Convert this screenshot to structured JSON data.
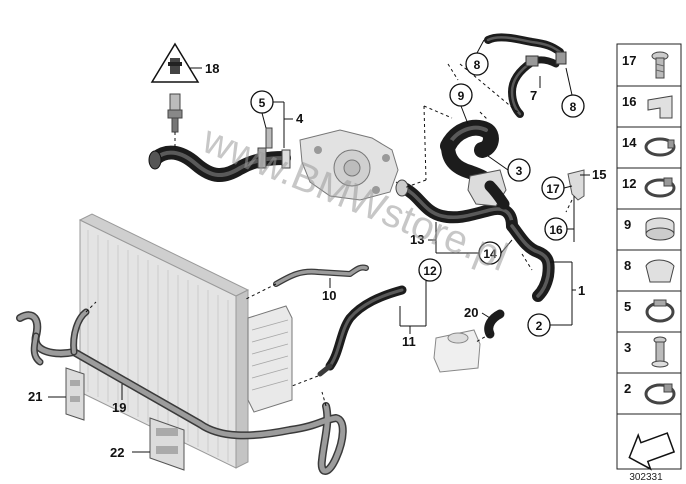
{
  "diagram": {
    "callouts": [
      "1",
      "2",
      "3",
      "4",
      "5",
      "8",
      "7",
      "8",
      "9",
      "10",
      "11",
      "12",
      "13",
      "14",
      "15",
      "16",
      "17",
      "18",
      "19",
      "20",
      "21",
      "22"
    ],
    "sidebar_items": [
      {
        "number": "17",
        "icon": "screw-icon"
      },
      {
        "number": "16",
        "icon": "clip-icon"
      },
      {
        "number": "14",
        "icon": "hose-clamp-icon"
      },
      {
        "number": "12",
        "icon": "hose-clamp-icon"
      },
      {
        "number": "9",
        "icon": "ring-icon"
      },
      {
        "number": "8",
        "icon": "clip-icon"
      },
      {
        "number": "5",
        "icon": "hose-clamp-icon"
      },
      {
        "number": "3",
        "icon": "screw-icon"
      },
      {
        "number": "2",
        "icon": "hose-clamp-icon"
      }
    ],
    "labels": {
      "n1": "1",
      "n2": "2",
      "n3": "3",
      "n4": "4",
      "n5": "5",
      "n7": "7",
      "n8a": "8",
      "n8b": "8",
      "n9": "9",
      "n10": "10",
      "n11": "11",
      "n12": "12",
      "n13": "13",
      "n14": "14",
      "n15": "15",
      "n16": "16",
      "n17": "17",
      "n18": "18",
      "n19": "19",
      "n20": "20",
      "n21": "21",
      "n22": "22"
    },
    "watermark": "www.BMWstore.pl",
    "diagram_code": "302331"
  }
}
